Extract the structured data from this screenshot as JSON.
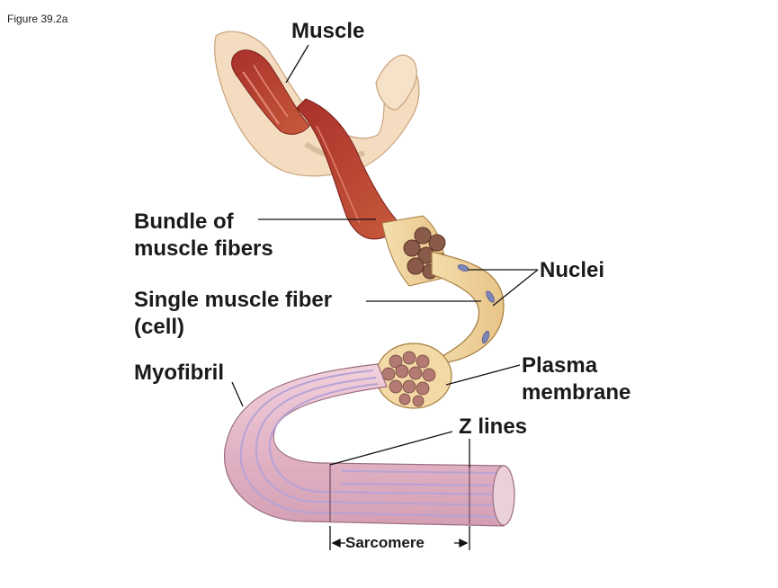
{
  "figure": {
    "caption": "Figure 39.2a"
  },
  "labels": {
    "muscle": "Muscle",
    "bundle": [
      "Bundle of",
      "muscle fibers"
    ],
    "single_fiber": [
      "Single muscle fiber",
      "(cell)"
    ],
    "myofibril": "Myofibril",
    "nuclei": "Nuclei",
    "plasma_membrane": [
      "Plasma",
      "membrane"
    ],
    "z_lines": "Z lines",
    "sarcomere": "Sarcomere"
  },
  "colors": {
    "muscle_red": "#b83a2c",
    "fiber_tan": "#f2d9a6",
    "myofibril_pink": "#e8bfcf",
    "band_purple": "#b7a3d6",
    "nucleus_blue": "#7c86b8",
    "skin": "#f4dcc0"
  }
}
